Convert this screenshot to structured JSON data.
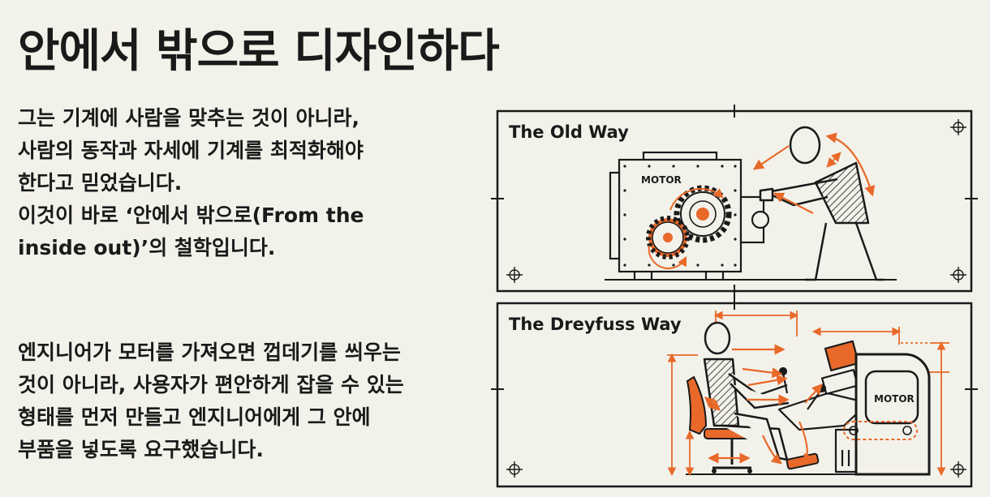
{
  "title": "안에서 밖으로 디자인하다",
  "paragraph1": [
    "그는 기계에 사람을 맞추는 것이 아니라,",
    "사람의 동작과 자세에 기계를 최적화해야",
    "한다고 믿었습니다.",
    "이것이 바로 ‘안에서 밖으로(From the",
    "inside out)’의 철학입니다."
  ],
  "paragraph2": [
    "엔지니어가 모터를 가져오면 껍데기를 씌우는",
    "것이 아니라, 사용자가 편안하게 잡을 수 있는",
    "형태를 먼저 만들고 엔지니어에게 그 안에",
    "부품을 넣도록 요구했습니다."
  ],
  "panels": {
    "old": {
      "label": "The Old Way",
      "motor_label": "MOTOR"
    },
    "dreyfuss": {
      "label": "The Dreyfuss Way",
      "motor_label": "MOTOR"
    }
  },
  "colors": {
    "accent": "#e8692a",
    "ink": "#1a1a1a",
    "background": "#f3f2ea"
  }
}
